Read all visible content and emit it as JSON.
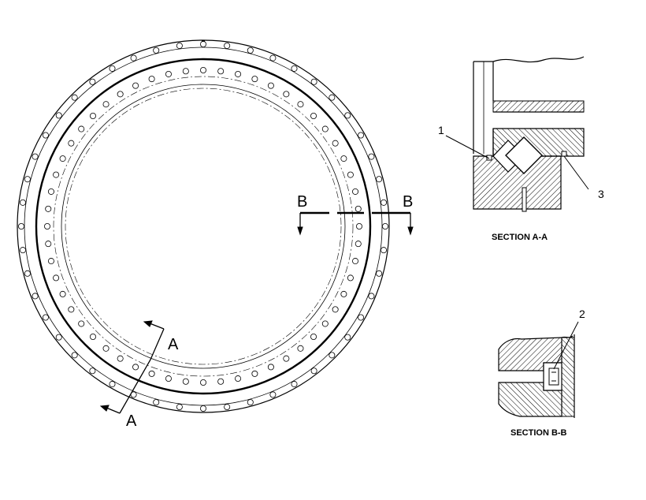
{
  "ring": {
    "outer_hole_count": 48,
    "inner_hole_count": 56,
    "colors": {
      "stroke": "#000000",
      "hatch": "#000000",
      "background": "#ffffff"
    }
  },
  "section_marks": {
    "a_top": "A",
    "a_bottom": "A",
    "b_left": "B",
    "b_right": "B"
  },
  "callouts": {
    "one": "1",
    "two": "2",
    "three": "3"
  },
  "captions": {
    "section_aa": "SECTION A-A",
    "section_bb": "SECTION B-B"
  }
}
